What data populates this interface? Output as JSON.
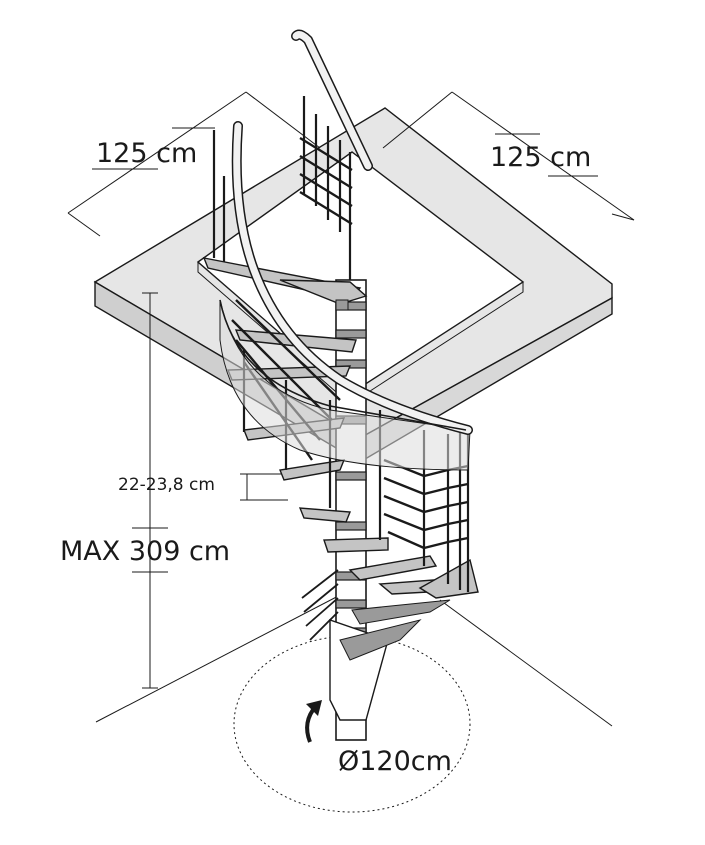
{
  "diagram": {
    "width_a": "125 cm",
    "width_b": "125 cm",
    "step_height": "22-23,8 cm",
    "max_height": "MAX 309 cm",
    "diameter": "Ø120cm"
  },
  "colors": {
    "line": "#1a1a1a",
    "slab": "#e6e6e6",
    "slab_side": "#cfcfcf",
    "tread": "#c4c4c4",
    "glass": "#dcdcdc",
    "column": "#9a9a9a"
  }
}
